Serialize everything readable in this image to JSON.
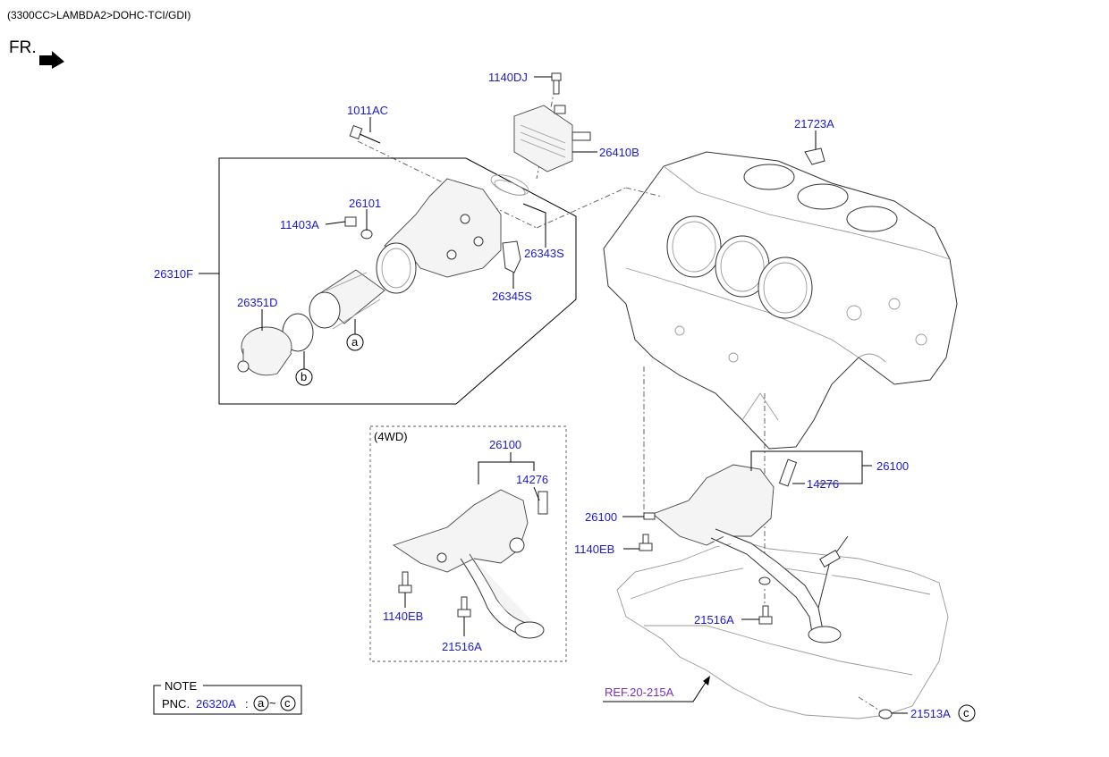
{
  "header": {
    "path": "(3300CC>LAMBDA2>DOHC-TCI/GDI)"
  },
  "orientation": {
    "label": "FR."
  },
  "labels": {
    "p1140DJ": "1140DJ",
    "p1011AC": "1011AC",
    "p21723A": "21723A",
    "p26410B": "26410B",
    "p26101": "26101",
    "p11403A": "11403A",
    "p26343S": "26343S",
    "p26310F": "26310F",
    "p26345S": "26345S",
    "p26351D": "26351D",
    "p26100_4wd": "26100",
    "p14276_4wd": "14276",
    "p1140EB_4wd": "1140EB",
    "p21516A_4wd": "21516A",
    "p26100_right": "26100",
    "p14276_right": "14276",
    "p26100_left": "26100",
    "p1140EB_right": "1140EB",
    "p21516A_right": "21516A",
    "ref": "REF.20-215A",
    "p21513A": "21513A"
  },
  "callouts": {
    "a": "a",
    "b": "b",
    "c": "c"
  },
  "inset": {
    "title": "(4WD)"
  },
  "note": {
    "title": "NOTE",
    "pnc_prefix": "PNC.",
    "pnc_code": "26320A",
    "colon": ":",
    "range_start": "a",
    "tilde": "~",
    "range_end": "c"
  },
  "colors": {
    "part_number": "#1a1ad6",
    "reference": "#7b2fbf",
    "text": "#000000"
  }
}
